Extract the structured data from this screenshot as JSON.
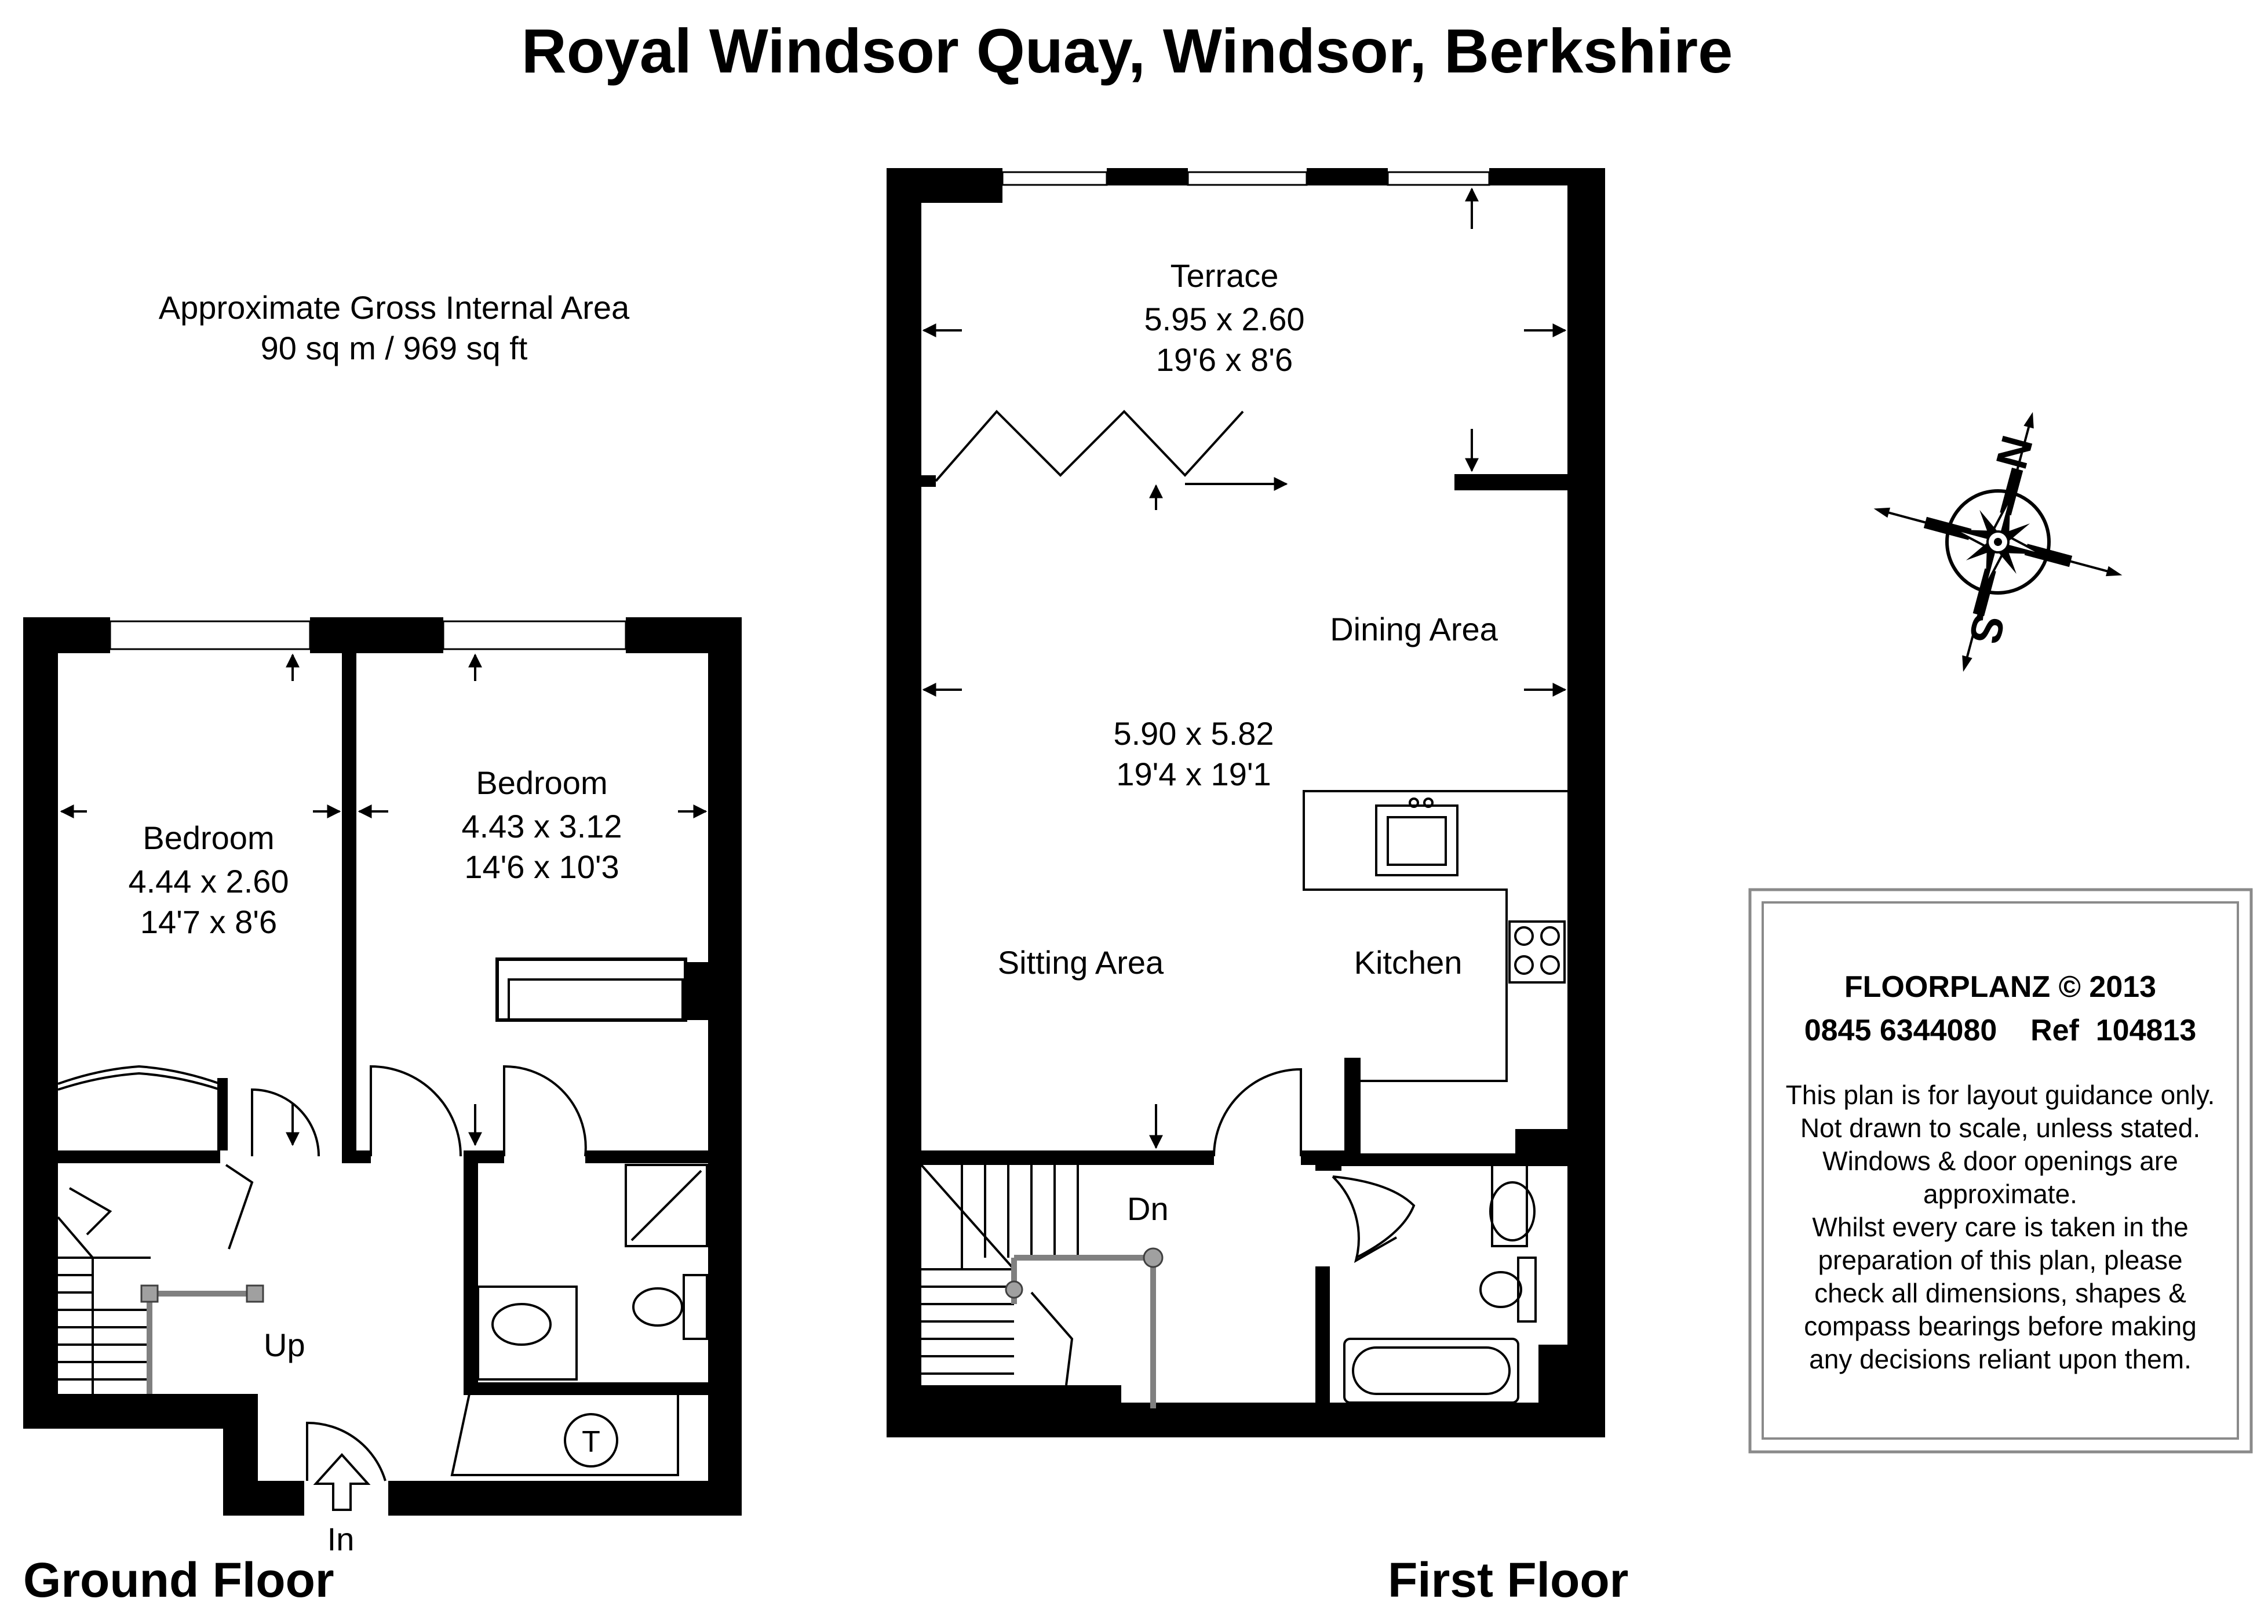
{
  "title": "Royal Windsor Quay, Windsor, Berkshire",
  "area": {
    "line1": "Approximate Gross Internal Area",
    "line2": "90 sq m / 969 sq ft"
  },
  "floors": {
    "ground": {
      "label": "Ground Floor",
      "rooms": [
        {
          "name": "Bedroom",
          "metric": "4.44 x 2.60",
          "imperial": "14'7 x 8'6"
        },
        {
          "name": "Bedroom",
          "metric": "4.43 x 3.12",
          "imperial": "14'6 x 10'3"
        }
      ],
      "stairs": "Up",
      "entrance": "In",
      "tank": "T"
    },
    "first": {
      "label": "First Floor",
      "terrace": {
        "name": "Terrace",
        "metric": "5.95 x 2.60",
        "imperial": "19'6 x 8'6"
      },
      "main": {
        "dining": "Dining Area",
        "metric": "5.90 x 5.82",
        "imperial": "19'4 x 19'1",
        "sitting": "Sitting Area",
        "kitchen": "Kitchen"
      },
      "stairs": "Dn"
    }
  },
  "compass": {
    "north": "N",
    "south": "S"
  },
  "info": {
    "company": "FLOORPLANZ © 2013",
    "phone_ref": "0845 6344080    Ref  104813",
    "disclaimer": [
      "This plan is for layout guidance only.",
      "Not drawn to scale, unless stated.",
      "Windows & door openings are",
      "approximate.",
      "Whilst every care is taken in the",
      "preparation of this plan, please",
      "check all dimensions, shapes &",
      "compass bearings before making",
      "any decisions reliant upon them."
    ]
  }
}
